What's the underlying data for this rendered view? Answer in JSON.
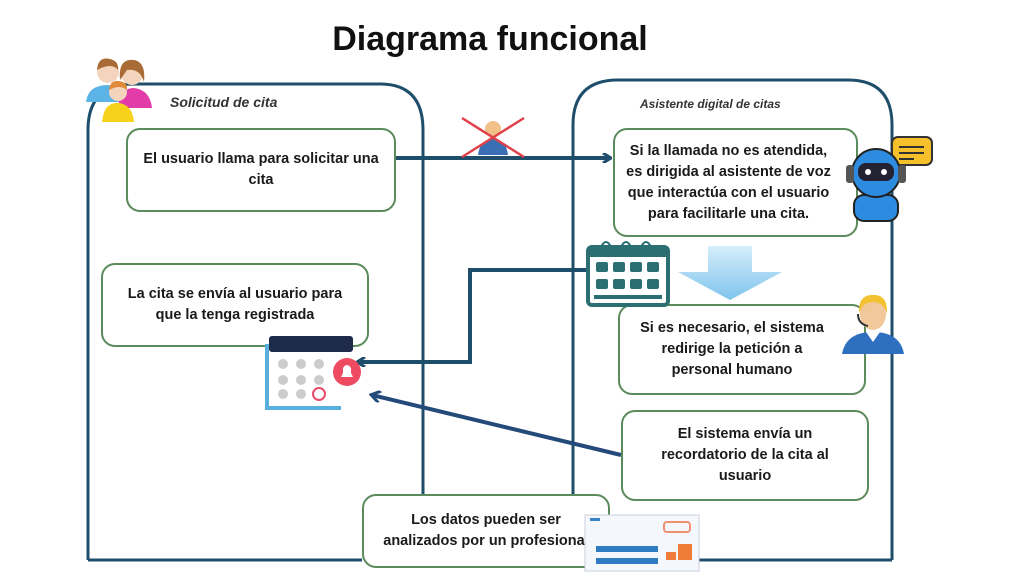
{
  "title": "Diagrama funcional",
  "sections": {
    "left": "Solicitud de cita",
    "right": "Asistente digital de citas"
  },
  "boxes": {
    "user_calls": "El usuario llama para solicitar una cita",
    "appointment_sent": "La cita se envía al usuario para que la tenga registrada",
    "voice_assistant": "Si la llamada no es atendida, es dirigida al asistente de voz que interactúa con el usuario para facilitarle una cita.",
    "human_redirect": "Si es necesario, el sistema redirige la petición a personal humano",
    "reminder": "El sistema envía un recordatorio de la cita al usuario",
    "data_analysis": "Los datos pueden ser analizados por un profesional"
  },
  "colors": {
    "container": "#1f4e6b",
    "box_border": "#5b8a5b",
    "arrow": "#1f4e6b",
    "down_arrow": "#8ecdf0"
  }
}
